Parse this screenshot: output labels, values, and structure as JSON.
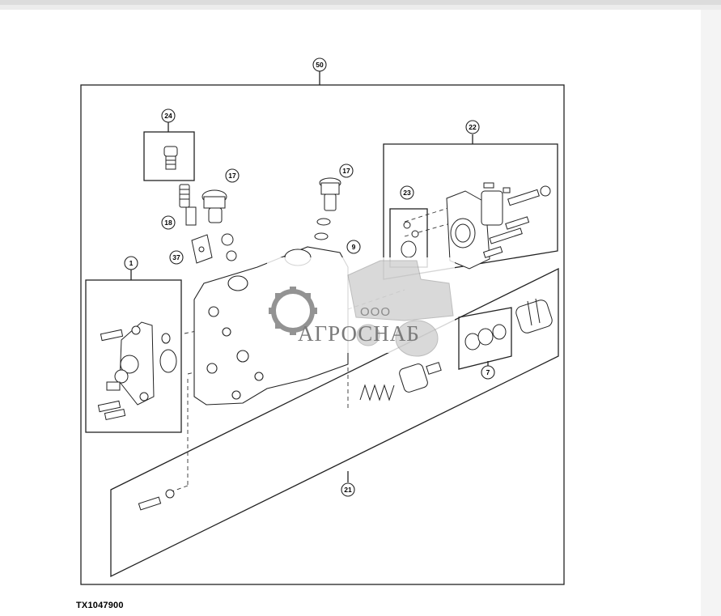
{
  "figure_id": "TX1047900",
  "callouts": {
    "c50": "50",
    "c24": "24",
    "c17a": "17",
    "c17b": "17",
    "c18": "18",
    "c37": "37",
    "c9": "9",
    "c1": "1",
    "c22": "22",
    "c23": "23",
    "c7": "7",
    "c21": "21"
  },
  "watermark": {
    "company_prefix": "ООО",
    "brand": "АГРОСНАБ"
  },
  "colors": {
    "line": "#222222",
    "watermark": "#7a7a7a",
    "background": "#ececec",
    "sheet": "#ffffff"
  }
}
